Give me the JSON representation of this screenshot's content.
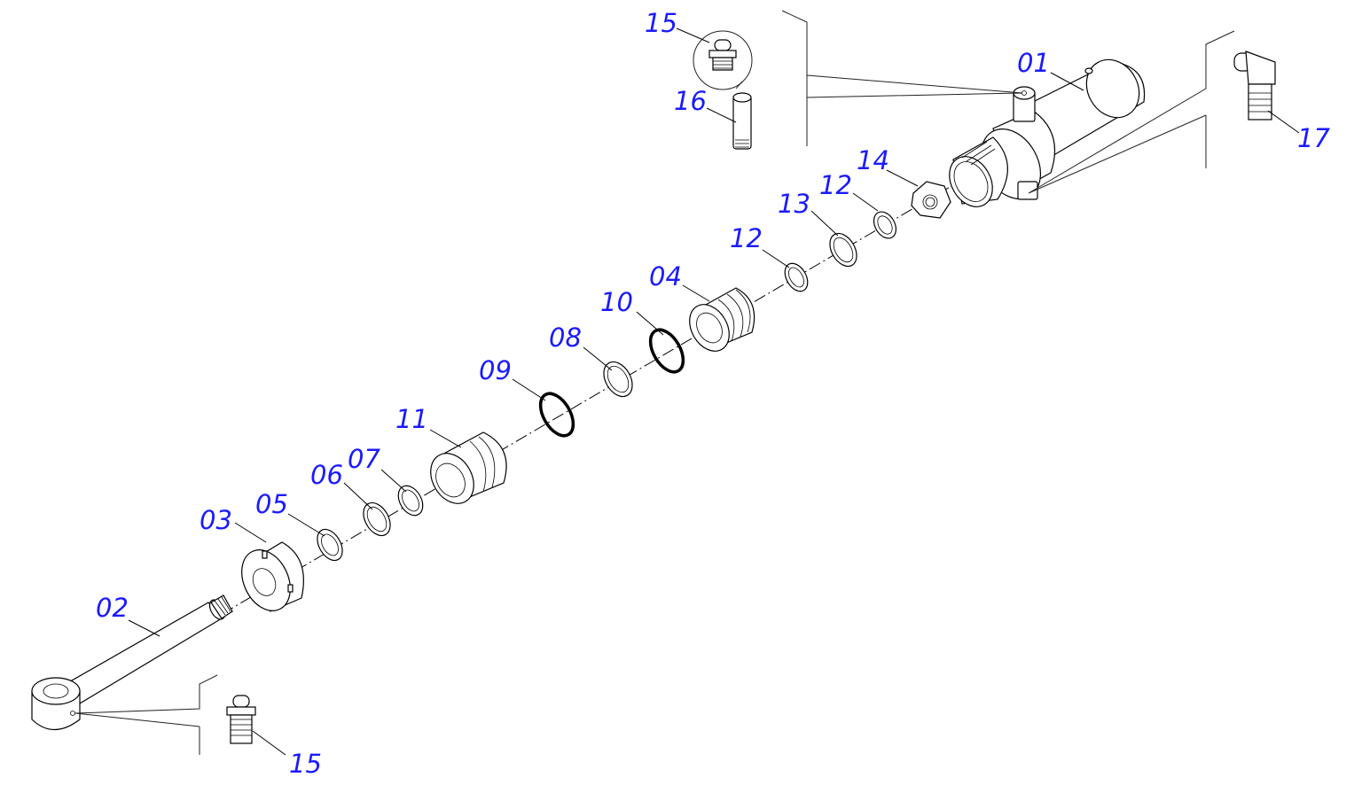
{
  "labels": {
    "p01": "01",
    "p02": "02",
    "p03": "03",
    "p04": "04",
    "p05": "05",
    "p06": "06",
    "p07": "07",
    "p08": "08",
    "p09": "09",
    "p10": "10",
    "p11": "11",
    "p12a": "12",
    "p12b": "12",
    "p13": "13",
    "p14": "14",
    "p15a": "15",
    "p15b": "15",
    "p16": "16",
    "p17": "17"
  },
  "colors": {
    "label": "#1a1aff",
    "line": "#000000",
    "background": "#ffffff"
  }
}
